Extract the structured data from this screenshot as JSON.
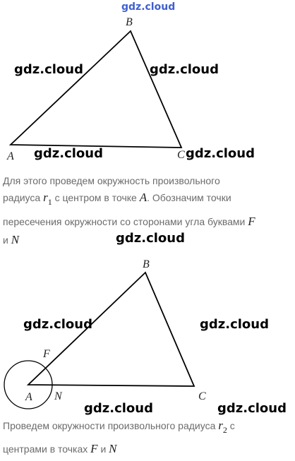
{
  "watermark": "gdz.cloud",
  "figure1": {
    "vertex_labels": {
      "a": "A",
      "b": "B",
      "c": "C"
    }
  },
  "paragraph1": {
    "line1": "Для этого проведем окружность произвольного",
    "line2_pre": "радиуса",
    "r_symbol": "r",
    "r_sub": "1",
    "line2_mid": "с центром в точке",
    "center": "A",
    "line2_post": ". Обозначим точки",
    "line3_pre": "пересечения окружности со сторонами угла буквами",
    "point_f": "F",
    "line4_and": "и",
    "point_n": "N"
  },
  "figure2": {
    "vertex_labels": {
      "a": "A",
      "b": "B",
      "c": "C",
      "f": "F",
      "n": "N"
    }
  },
  "paragraph2": {
    "line1_pre": "Проведем окружности произвольного радиуса",
    "r_symbol": "r",
    "r_sub": "2",
    "line1_post": "с",
    "line2_pre": "центрами в точках",
    "point_f": "F",
    "line2_and": "и",
    "point_n": "N"
  }
}
